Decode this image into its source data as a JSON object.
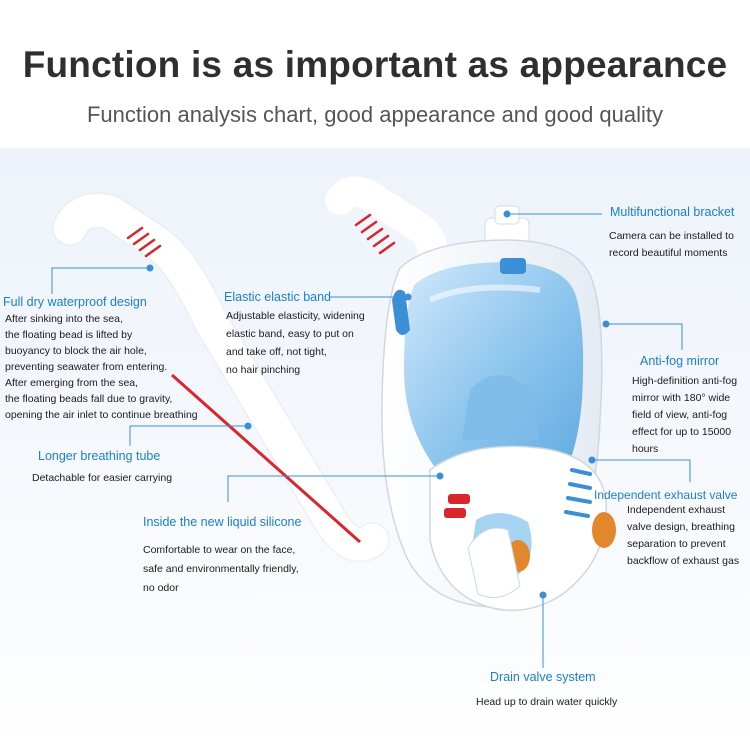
{
  "header": {
    "title": "Function is as important as appearance",
    "subtitle": "Function analysis chart, good appearance and good quality"
  },
  "features": {
    "bracket": {
      "title": "Multifunctional bracket",
      "desc": "Camera can be installed to\nrecord beautiful moments"
    },
    "antifog": {
      "title": "Anti-fog mirror",
      "desc": "High-definition anti-fog\nmirror with 180° wide\nfield of view, anti-fog\neffect for up to 15000\nhours"
    },
    "exhaust": {
      "title": "Independent exhaust valve",
      "desc": "Independent exhaust\nvalve design, breathing\nseparation to prevent\nbackflow of exhaust gas"
    },
    "drain": {
      "title": "Drain valve system",
      "desc": "Head up to drain water quickly"
    },
    "dry": {
      "title": "Full dry waterproof design",
      "desc": "After sinking into the sea,\nthe floating bead is lifted by\nbuoyancy to block the air hole,\npreventing seawater from entering.\nAfter emerging from the sea,\nthe floating beads fall due to gravity,\nopening the air inlet to continue breathing"
    },
    "band": {
      "title": "Elastic elastic band",
      "desc": "Adjustable elasticity, widening\nelastic band, easy to put on\nand take off, not tight,\nno hair pinching"
    },
    "tube": {
      "title": "Longer breathing tube",
      "desc": "Detachable for easier carrying"
    },
    "silicone": {
      "title": "Inside the new liquid silicone",
      "desc": "Comfortable to wear on the face,\nsafe and environmentally friendly,\nno odor"
    }
  },
  "colors": {
    "accent": "#1a7fcc",
    "mask_blue": "#6fb3e6",
    "tube_red": "#d8262b",
    "valve_orange": "#e3872d"
  }
}
